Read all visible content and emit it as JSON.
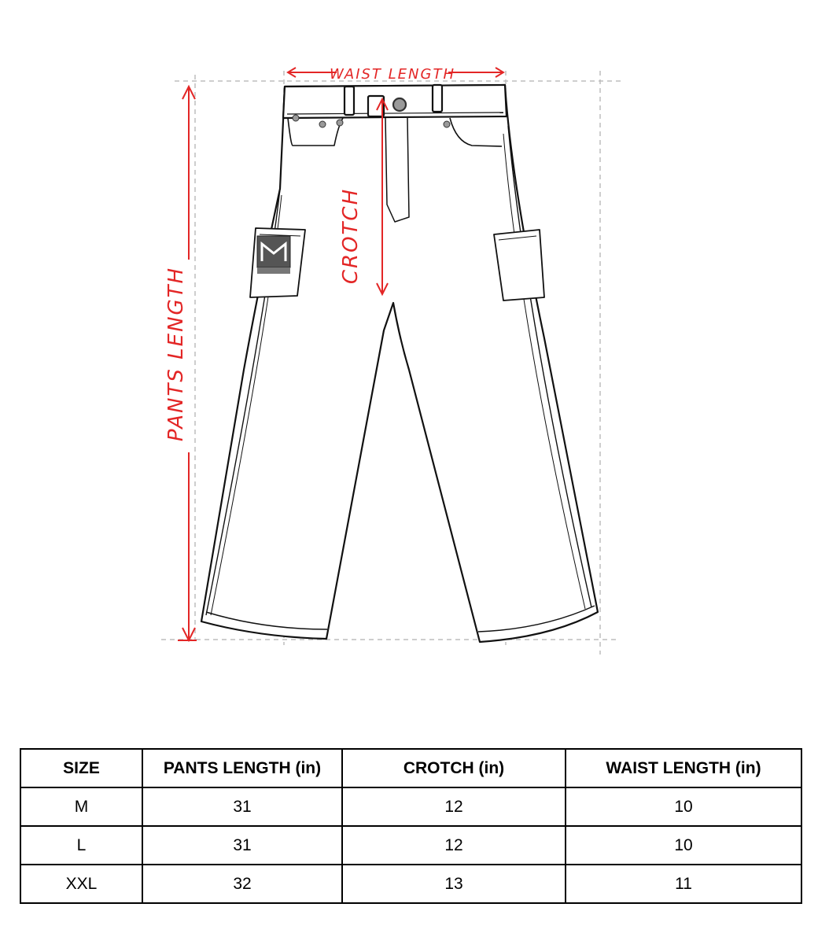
{
  "diagram": {
    "labels": {
      "waist": "WAIST LENGTH",
      "crotch": "CROTCH",
      "pants_length": "PANTS LENGTH"
    },
    "colors": {
      "annotation": "#e32626",
      "outline": "#111111",
      "guide": "#bdbdbd"
    }
  },
  "table": {
    "headers": [
      "SIZE",
      "PANTS LENGTH (in)",
      "CROTCH (in)",
      "WAIST LENGTH (in)"
    ],
    "rows": [
      [
        "M",
        "31",
        "12",
        "10"
      ],
      [
        "L",
        "31",
        "12",
        "10"
      ],
      [
        "XXL",
        "32",
        "13",
        "11"
      ]
    ]
  }
}
